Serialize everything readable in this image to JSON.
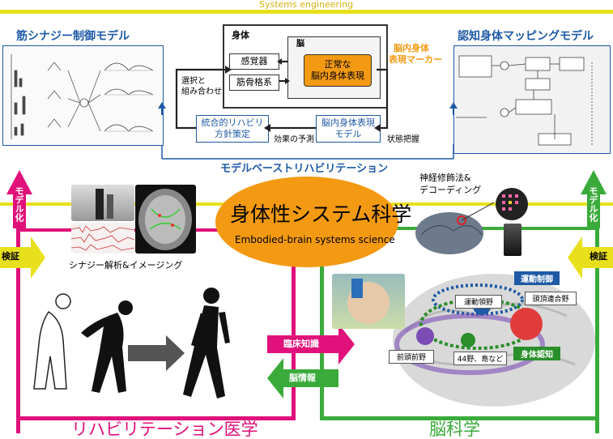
{
  "top_label": "Systems engineering",
  "left_model": {
    "title": "筋シナジー制御モデル"
  },
  "right_model": {
    "title": "認知身体マッピングモデル"
  },
  "center_block": {
    "body_label": "身体",
    "brain_label": "脳",
    "sensory": "感覚器",
    "musculo": "筋骨格系",
    "normal_rep_line1": "正常な",
    "normal_rep_line2": "脳内身体表現",
    "marker_line1": "脳内身体",
    "marker_line2": "表現マーカー",
    "select_line1": "選択と",
    "select_line2": "組み合わせ",
    "rehab_line1": "統合的リハビリ",
    "rehab_line2": "方針策定",
    "brainmodel_line1": "脳内身体表現",
    "brainmodel_line2": "モデル",
    "effect": "効果の予測",
    "state": "状態把握"
  },
  "model_based_rehab": "モデルベーストリハビリテーション",
  "left_arrows": {
    "modelize": "モデル化",
    "verify": "検証"
  },
  "right_arrows": {
    "modelize": "モデル化",
    "verify": "検証"
  },
  "synergy_caption": "シナジー解析&イメージング",
  "neuro_line1": "神経修飾法&",
  "neuro_line2": "デコーディング",
  "center_title": "身体性システム科学",
  "center_subtitle": "Embodied-brain systems science",
  "clinical": "臨床知識",
  "brain_info": "脳情報",
  "bottom_left_label": "リハビリテーション医学",
  "bottom_right_label": "脳科学",
  "brain_labels": {
    "motor_control": "運動制御",
    "motor_assoc": "運動領野",
    "parietal": "頭頂連合野",
    "prefrontal": "前頭前野",
    "area44": "44野、島など",
    "body_cognition": "身体認知"
  },
  "colors": {
    "yellow": "#e8e01c",
    "magenta": "#e0117a",
    "green": "#3aab3a",
    "blue": "#1f5aa6",
    "orange": "#f39a12"
  }
}
